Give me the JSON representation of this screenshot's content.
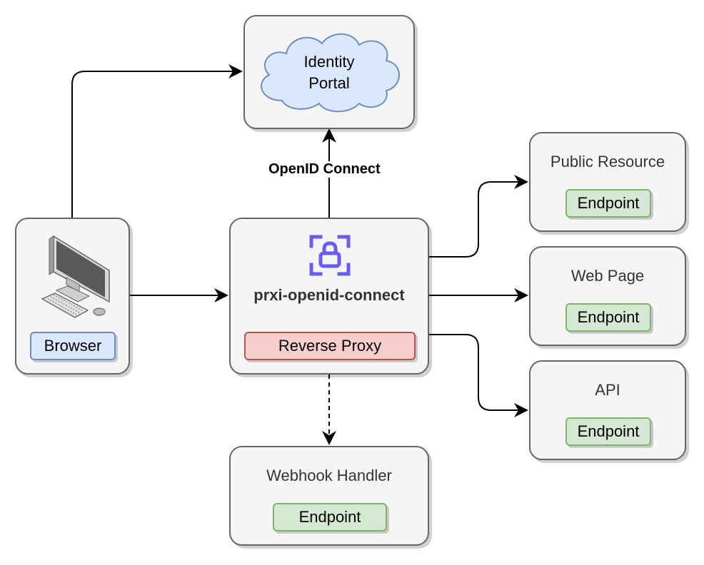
{
  "identity": {
    "title": "Identity Portal"
  },
  "edge_label": "OpenID Connect",
  "proxy": {
    "title": "prxi-openid-connect",
    "component": "Reverse Proxy"
  },
  "browser": {
    "label": "Browser"
  },
  "services": [
    {
      "title": "Public Resource",
      "endpoint": "Endpoint"
    },
    {
      "title": "Web Page",
      "endpoint": "Endpoint"
    },
    {
      "title": "API",
      "endpoint": "Endpoint"
    }
  ],
  "webhook": {
    "title": "Webhook Handler",
    "endpoint": "Endpoint"
  },
  "colors": {
    "card_bg": "#f5f5f5",
    "card_border": "#666666",
    "endpoint_fill": "#d5e8d4",
    "endpoint_border": "#82b366",
    "browser_fill": "#dae8fc",
    "proxy_fill": "#f8cecc",
    "lock_icon": "#6a5cf2"
  },
  "icons": [
    "lock-icon",
    "desktop-computer-icon",
    "cloud-shape"
  ]
}
